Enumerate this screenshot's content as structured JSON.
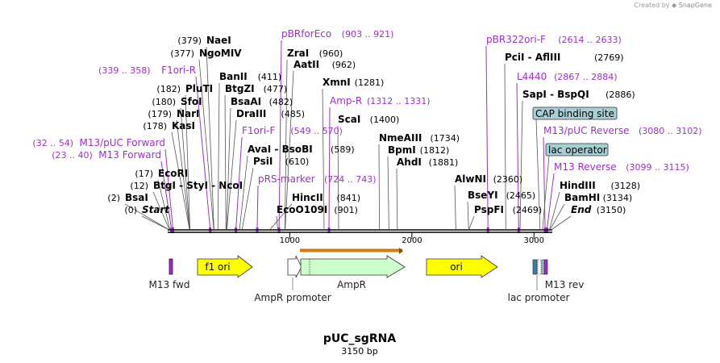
{
  "credit": {
    "prefix": "Created by",
    "brand": "SnapGene"
  },
  "plasmid": {
    "name": "pUC_sgRNA",
    "size_label": "3150 bp",
    "length": 3150
  },
  "ruler": {
    "ticks": [
      1000,
      2000,
      3000
    ],
    "tick_labels": [
      "1000",
      "2000",
      "3000"
    ]
  },
  "colors": {
    "primer": "#9b30c8",
    "enzyme": "#000000",
    "feature_yellow": "#ffff00",
    "ampr": "#ccffcc",
    "lacop": "#a8cfd6"
  },
  "enzymes": [
    {
      "name": "Start",
      "pos": 0,
      "pos_label": "(0)",
      "italic": true
    },
    {
      "name": "BsaI",
      "pos": 2,
      "pos_label": "(2)"
    },
    {
      "name": "BtgI - StyI - NcoI",
      "pos": 12,
      "pos_label": "(12)"
    },
    {
      "name": "EcoRI",
      "pos": 17,
      "pos_label": "(17)"
    },
    {
      "name": "KasI",
      "pos": 178,
      "pos_label": "(178)"
    },
    {
      "name": "NarI",
      "pos": 179,
      "pos_label": "(179)"
    },
    {
      "name": "SfoI",
      "pos": 180,
      "pos_label": "(180)"
    },
    {
      "name": "PluTI",
      "pos": 182,
      "pos_label": "(182)"
    },
    {
      "name": "NgoMIV",
      "pos": 377,
      "pos_label": "(377)"
    },
    {
      "name": "NaeI",
      "pos": 379,
      "pos_label": "(379)"
    },
    {
      "name": "BanII",
      "pos": 411,
      "pos_label": "(411)"
    },
    {
      "name": "BtgZI",
      "pos": 477,
      "pos_label": "(477)"
    },
    {
      "name": "BsaAI",
      "pos": 482,
      "pos_label": "(482)"
    },
    {
      "name": "DraIII",
      "pos": 485,
      "pos_label": "(485)"
    },
    {
      "name": "AvaI - BsoBI",
      "pos": 589,
      "pos_label": "(589)"
    },
    {
      "name": "PsiI",
      "pos": 610,
      "pos_label": "(610)"
    },
    {
      "name": "HincII",
      "pos": 841,
      "pos_label": "(841)"
    },
    {
      "name": "EcoO109I",
      "pos": 901,
      "pos_label": "(901)"
    },
    {
      "name": "ZraI",
      "pos": 960,
      "pos_label": "(960)"
    },
    {
      "name": "AatII",
      "pos": 962,
      "pos_label": "(962)"
    },
    {
      "name": "XmnI",
      "pos": 1281,
      "pos_label": "(1281)"
    },
    {
      "name": "ScaI",
      "pos": 1400,
      "pos_label": "(1400)"
    },
    {
      "name": "NmeAIII",
      "pos": 1734,
      "pos_label": "(1734)"
    },
    {
      "name": "BpmI",
      "pos": 1812,
      "pos_label": "(1812)"
    },
    {
      "name": "AhdI",
      "pos": 1881,
      "pos_label": "(1881)"
    },
    {
      "name": "AlwNI",
      "pos": 2360,
      "pos_label": "(2360)"
    },
    {
      "name": "BseYI",
      "pos": 2465,
      "pos_label": "(2465)"
    },
    {
      "name": "PspFI",
      "pos": 2469,
      "pos_label": "(2469)"
    },
    {
      "name": "PciI - AflIII",
      "pos": 2769,
      "pos_label": "(2769)"
    },
    {
      "name": "SapI - BspQI",
      "pos": 2886,
      "pos_label": "(2886)"
    },
    {
      "name": "HindIII",
      "pos": 3128,
      "pos_label": "(3128)"
    },
    {
      "name": "BamHI",
      "pos": 3134,
      "pos_label": "(3134)"
    },
    {
      "name": "End",
      "pos": 3150,
      "pos_label": "(3150)",
      "italic": true
    }
  ],
  "primers": [
    {
      "name": "M13 Forward",
      "range": "(23 .. 40)"
    },
    {
      "name": "M13/pUC Forward",
      "range": "(32 .. 54)"
    },
    {
      "name": "F1ori-R",
      "range": "(339 .. 358)"
    },
    {
      "name": "pBRforEco",
      "range": "(903 .. 921)"
    },
    {
      "name": "F1ori-F",
      "range": "(549 .. 570)"
    },
    {
      "name": "pRS-marker",
      "range": "(724 .. 743)"
    },
    {
      "name": "Amp-R",
      "range": "(1312 .. 1331)"
    },
    {
      "name": "pBR322ori-F",
      "range": "(2614 .. 2633)"
    },
    {
      "name": "L4440",
      "range": "(2867 .. 2884)"
    },
    {
      "name": "M13/pUC Reverse",
      "range": "(3080 .. 3102)"
    },
    {
      "name": "M13 Reverse",
      "range": "(3099 .. 3115)"
    }
  ],
  "boxed_features": [
    {
      "name": "CAP binding site"
    },
    {
      "name": "lac operator"
    }
  ],
  "features": [
    {
      "name": "M13 fwd"
    },
    {
      "name": "f1 ori"
    },
    {
      "name": "AmpR promoter"
    },
    {
      "name": "AmpR"
    },
    {
      "name": "ori"
    },
    {
      "name": "lac promoter"
    },
    {
      "name": "M13 rev"
    }
  ]
}
